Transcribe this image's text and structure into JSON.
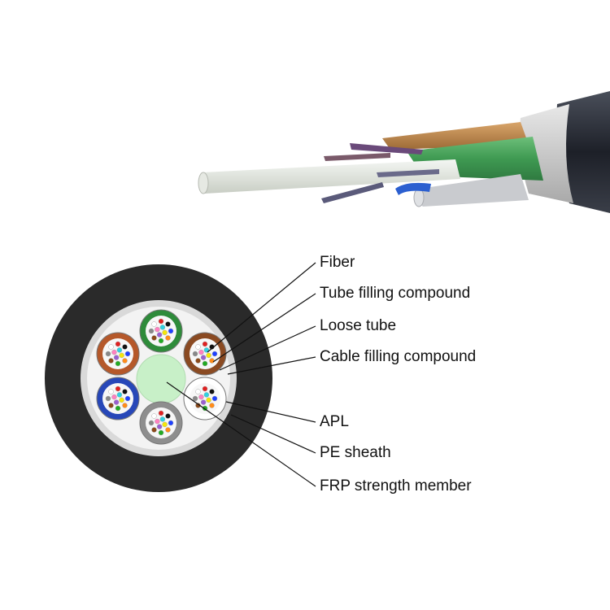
{
  "colors": {
    "background": "#ffffff",
    "pe_sheath": "#2a2a2a",
    "apl": "#d9d9d9",
    "cable_filling_compound": "#f3f3f3",
    "frp_strength_member": "#c8f0c8",
    "leader_line": "#111111",
    "tubes": [
      "#2e8b3a",
      "#b5582a",
      "#8a4a22",
      "#2747b8",
      "#ffffff",
      "#8e8e8e"
    ],
    "fiber_colors": [
      "#1e40ff",
      "#ff8c1a",
      "#22aa22",
      "#8b4a1a",
      "#888888",
      "#ffffff",
      "#e02020",
      "#111111",
      "#f5e60a",
      "#9a5fd0",
      "#ff80c0",
      "#30d0e0"
    ]
  },
  "labels": [
    {
      "id": "fiber",
      "text": "Fiber"
    },
    {
      "id": "tube-filling-compound",
      "text": "Tube filling compound"
    },
    {
      "id": "loose-tube",
      "text": "Loose tube"
    },
    {
      "id": "cable-filling-compound",
      "text": "Cable filling compound"
    },
    {
      "id": "apl",
      "text": "APL"
    },
    {
      "id": "pe-sheath",
      "text": "PE sheath"
    },
    {
      "id": "frp-strength-member",
      "text": "FRP strength member"
    }
  ]
}
